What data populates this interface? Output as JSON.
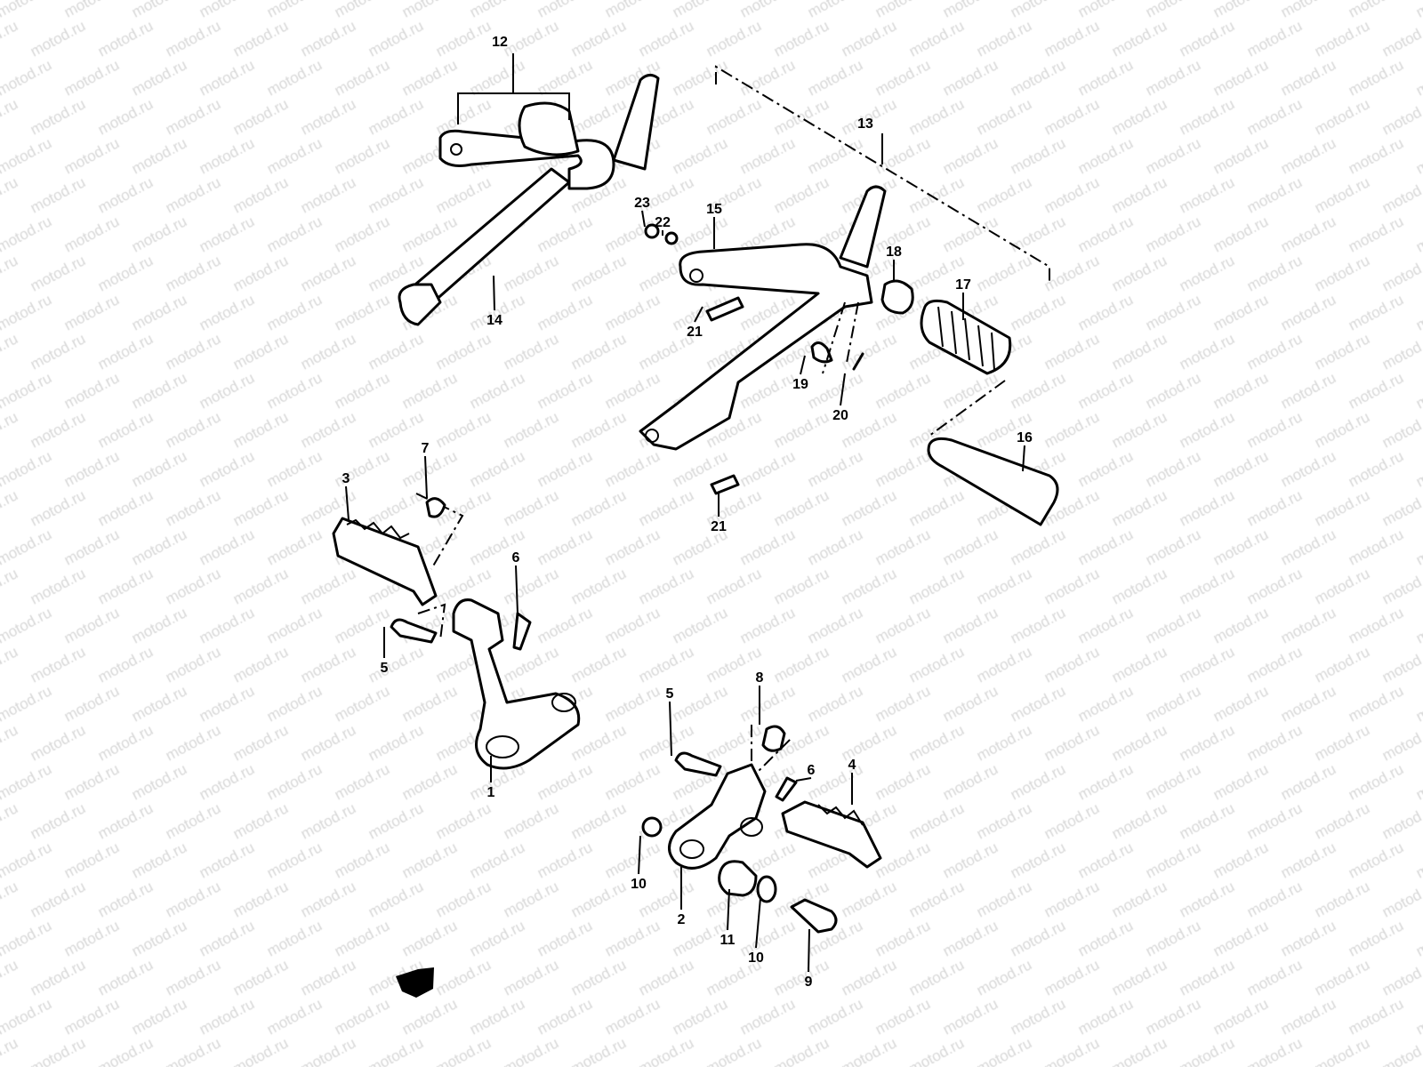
{
  "watermark": "motod.ru",
  "callouts": [
    "12",
    "13",
    "14",
    "15",
    "16",
    "17",
    "18",
    "19",
    "20",
    "21",
    "21",
    "22",
    "23",
    "3",
    "7",
    "6",
    "5",
    "1",
    "8",
    "5",
    "6",
    "4",
    "10",
    "2",
    "11",
    "10",
    "9"
  ]
}
